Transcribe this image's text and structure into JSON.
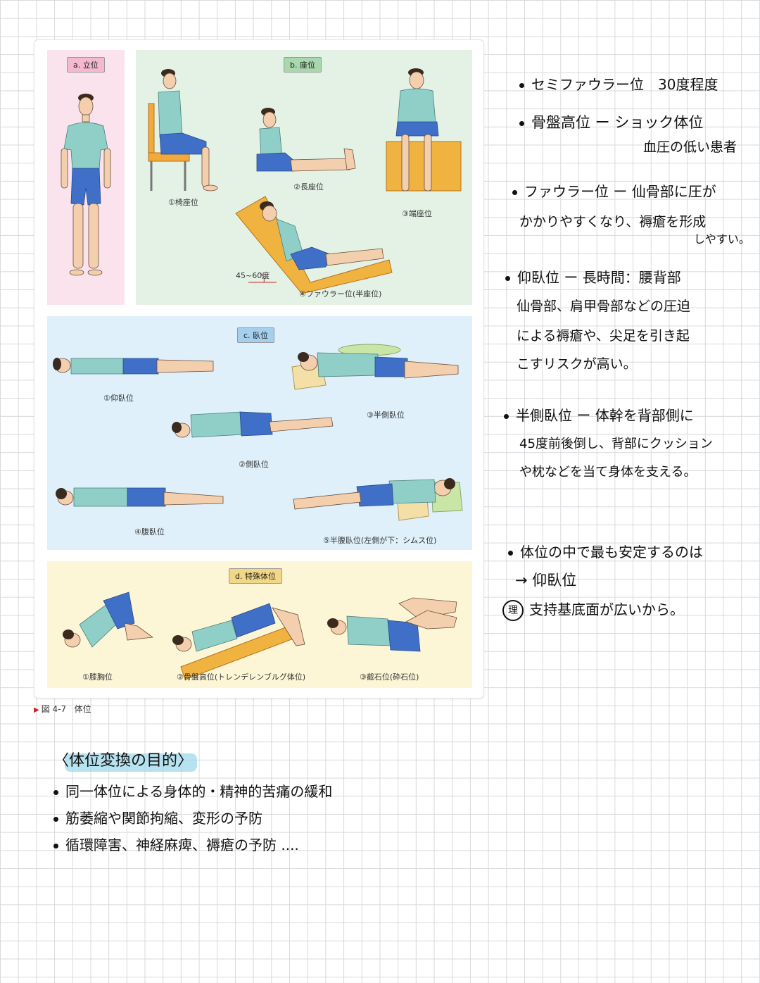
{
  "figure": {
    "caption_number": "図 4-7",
    "caption_title": "体位",
    "panels": {
      "a": {
        "tag": "a. 立位"
      },
      "b": {
        "tag": "b. 座位",
        "captions": [
          "①椅座位",
          "②長座位",
          "③端座位",
          "④ファウラー位(半座位)"
        ],
        "angle_label": "45~60度"
      },
      "c": {
        "tag": "c. 臥位",
        "captions": [
          "①仰臥位",
          "②側臥位",
          "③半側臥位",
          "④腹臥位",
          "⑤半腹臥位(左側が下：シムス位)"
        ]
      },
      "d": {
        "tag": "d. 特殊体位",
        "captions": [
          "①膝胸位",
          "②骨盤高位(トレンデレンブルグ体位)",
          "③截石位(砕石位)"
        ]
      }
    }
  },
  "notes": {
    "semi_fowler": "セミファウラー位　30度程度",
    "pelvic_high_1": "骨盤高位 ー ショック体位",
    "pelvic_high_2": "血圧の低い患者",
    "fowler_1": "ファウラー位 ー 仙骨部に圧が",
    "fowler_2": "かかりやすくなり、褥瘡を形成",
    "fowler_3": "しやすい。",
    "supine_1": "仰臥位 ー 長時間：腰背部",
    "supine_2": "仙骨部、肩甲骨部などの圧迫",
    "supine_3": "による褥瘡や、尖足を引き起",
    "supine_4": "こすリスクが高い。",
    "semi_lateral_1": "半側臥位 ー 体幹を背部側に",
    "semi_lateral_2": "45度前後倒し、背部にクッション",
    "semi_lateral_3": "や枕などを当て身体を支える。",
    "stable_1": "体位の中で最も安定するのは",
    "stable_2": "→ 仰臥位",
    "stable_reason_mark": "理",
    "stable_3": "支持基底面が広いから。"
  },
  "purpose": {
    "heading": "〈体位変換の目的〉",
    "items": [
      "同一体位による身体的・精神的苦痛の緩和",
      "筋萎縮や関節拘縮、変形の予防",
      "循環障害、神経麻痺、褥瘡の予防 ...."
    ]
  }
}
